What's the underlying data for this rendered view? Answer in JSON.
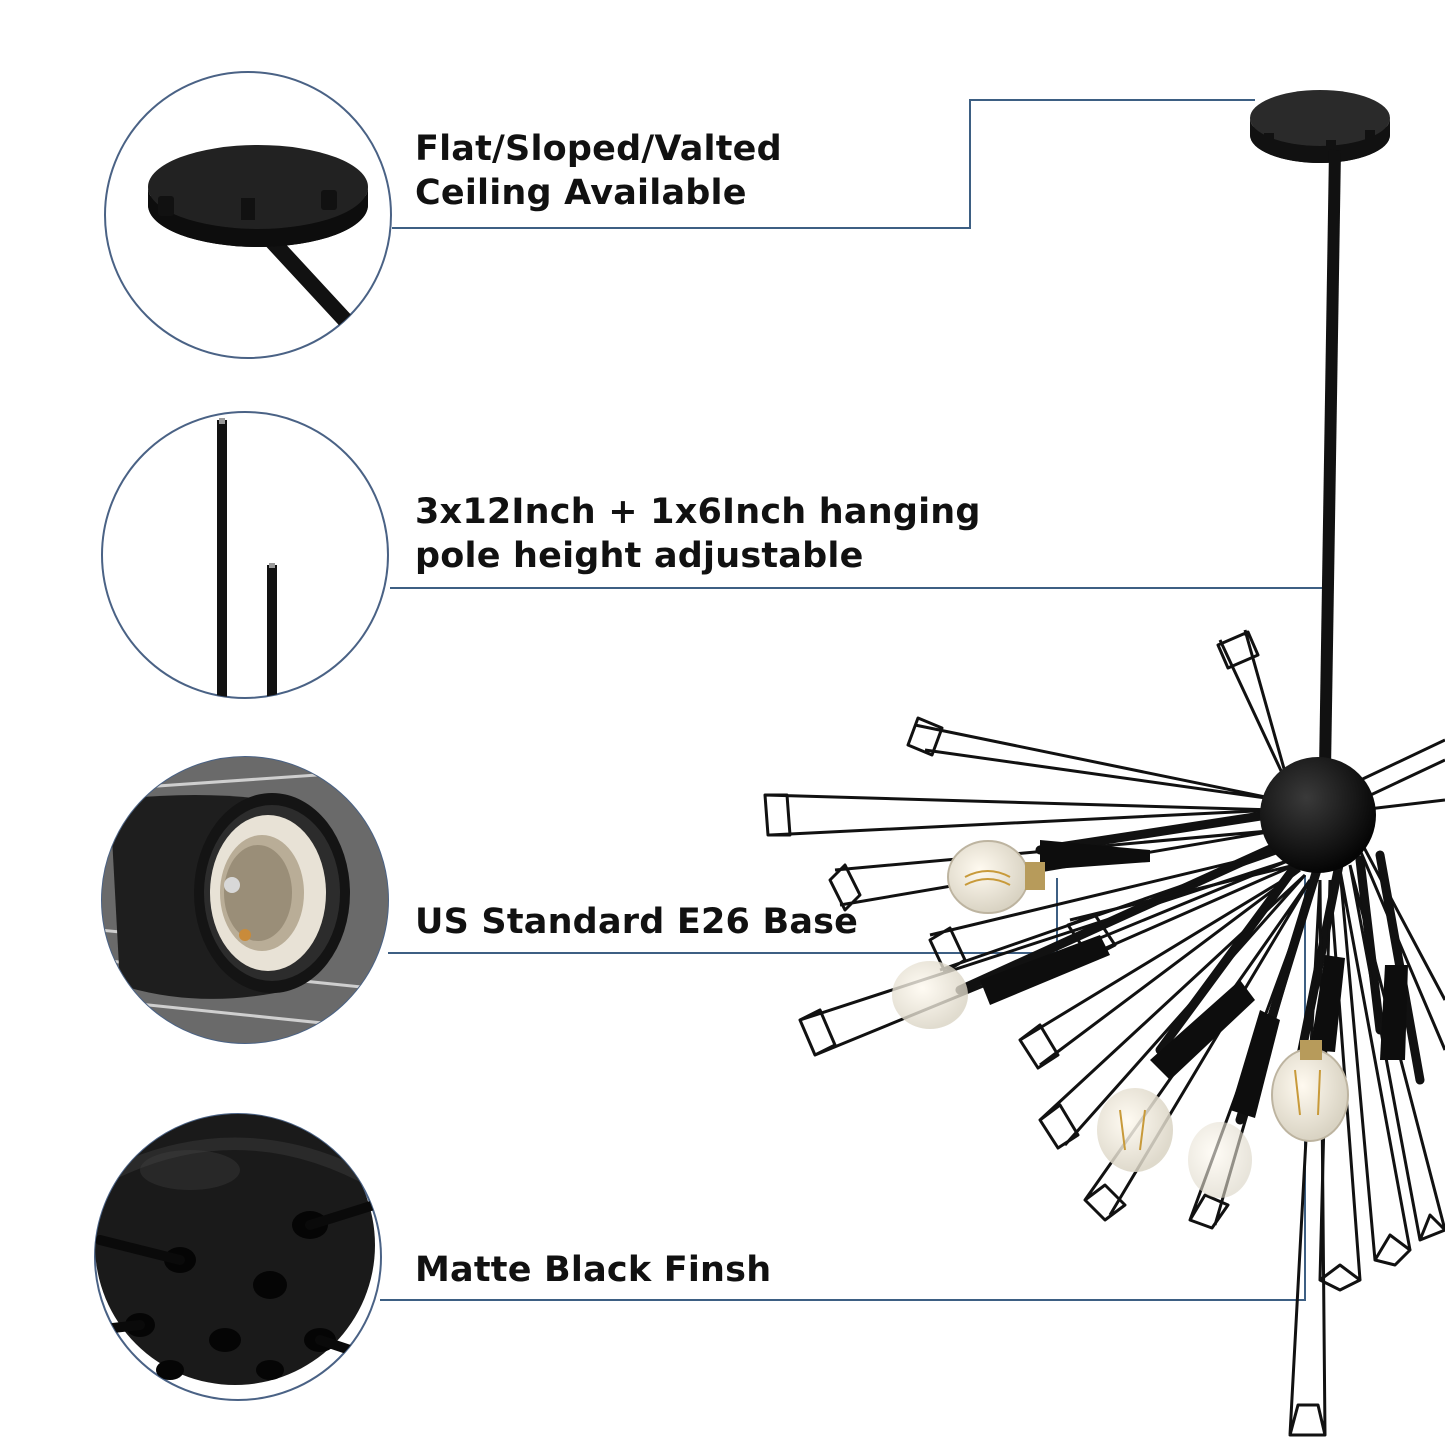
{
  "features": [
    {
      "lines": [
        "Flat/Sloped/Valted",
        "Ceiling Available"
      ],
      "icon": "ceiling-canopy-icon"
    },
    {
      "lines": [
        "3x12Inch + 1x6Inch hanging",
        "pole height adjustable"
      ],
      "icon": "hanging-pole-icon"
    },
    {
      "lines": [
        "US Standard E26 Base"
      ],
      "icon": "e26-socket-icon"
    },
    {
      "lines": [
        "Matte Black Finsh"
      ],
      "icon": "matte-black-sphere-icon"
    }
  ],
  "colors": {
    "leader_line": "#3d5f83",
    "circle_border": "#4a6285",
    "fixture": "#111111",
    "text": "#111111"
  }
}
